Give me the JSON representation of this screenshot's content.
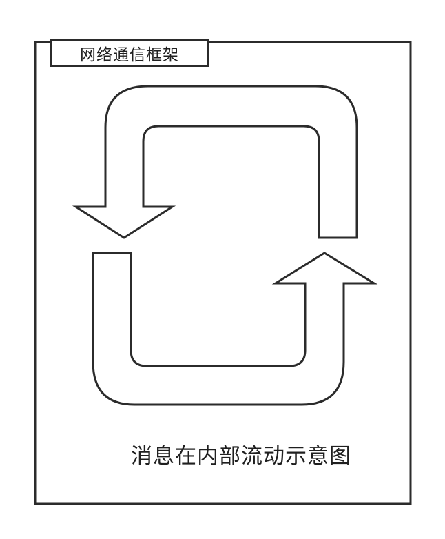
{
  "frame": {
    "title": "网络通信框架"
  },
  "caption": "消息在内部流动示意图",
  "colors": {
    "stroke": "#2b2b2b",
    "background": "#ffffff"
  },
  "shapes": {
    "upper_arrow": "u-turn arrow pointing down on the left",
    "lower_arrow": "u-turn arrow pointing up on the right"
  }
}
